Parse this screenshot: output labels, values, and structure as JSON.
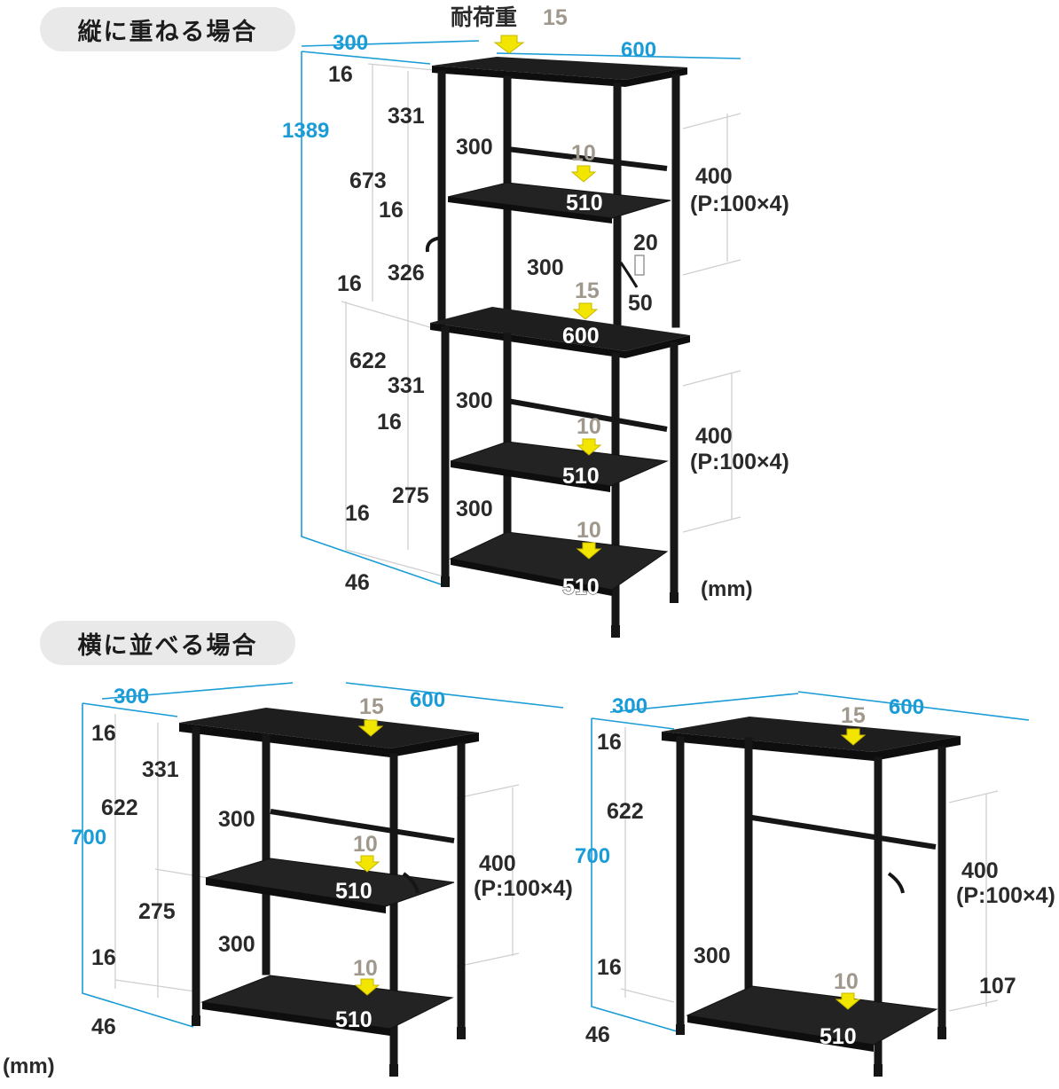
{
  "sections": {
    "vertical_title": "縦に重ねる場合",
    "horizontal_title": "横に並べる場合"
  },
  "units": "(mm)",
  "top_figure": {
    "load_caption": "耐荷重",
    "top_load": "15",
    "depth": "300",
    "width": "600",
    "total_height": "1389",
    "top_board": "16",
    "upper_height": "673",
    "gap1": "331",
    "board1": "16",
    "gap2": "326",
    "board2": "16",
    "lower_height": "622",
    "gap3": "331",
    "board3": "16",
    "gap4": "275",
    "board4": "16",
    "leg": "46",
    "shelf1": {
      "depth": "300",
      "load": "10",
      "width": "510"
    },
    "shelf2": {
      "depth": "300",
      "load": "15",
      "width": "600"
    },
    "shelf3": {
      "depth": "300",
      "load": "10",
      "width": "510"
    },
    "shelf4": {
      "depth": "300",
      "load": "10",
      "width": "510"
    },
    "hook_gap": "20",
    "hook_len": "50",
    "pitch_upper": {
      "range": "400",
      "pitch": "(P:100×4)"
    },
    "pitch_lower": {
      "range": "400",
      "pitch": "(P:100×4)"
    }
  },
  "bottom_left": {
    "depth": "300",
    "width": "600",
    "top_load": "15",
    "height": "700",
    "inner_height": "622",
    "top_board": "16",
    "gap1": "331",
    "gap2": "275",
    "board2": "16",
    "leg": "46",
    "shelf1": {
      "depth": "300",
      "load": "10",
      "width": "510"
    },
    "shelf2": {
      "depth": "300",
      "load": "10",
      "width": "510"
    },
    "pitch": {
      "range": "400",
      "pitch": "(P:100×4)"
    }
  },
  "bottom_right": {
    "depth": "300",
    "width": "600",
    "top_load": "15",
    "height": "700",
    "inner_height": "622",
    "top_board": "16",
    "board2": "16",
    "leg": "46",
    "shelf1": {
      "depth": "300",
      "load": "10",
      "width": "510"
    },
    "pitch": {
      "range": "400",
      "pitch": "(P:100×4)"
    },
    "bottom_gap": "107"
  }
}
